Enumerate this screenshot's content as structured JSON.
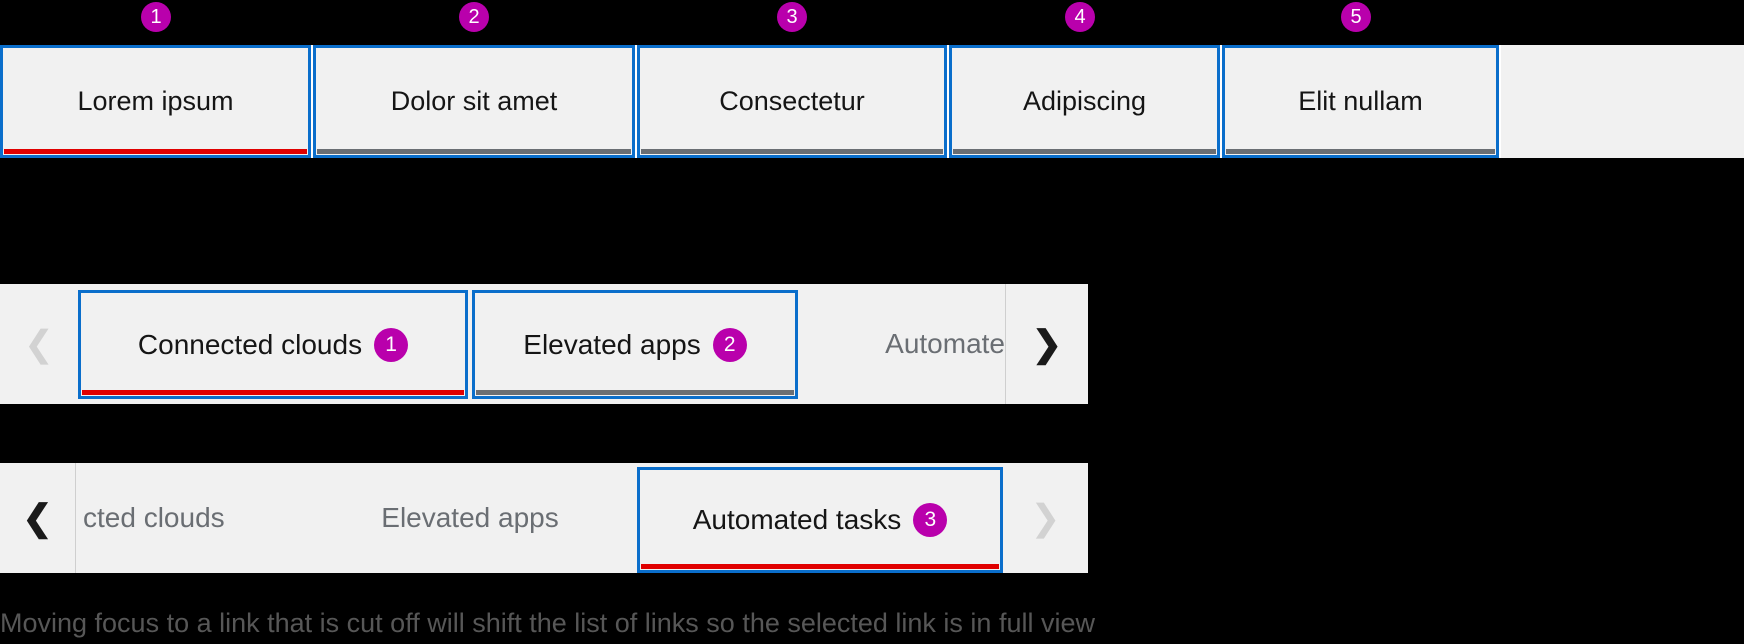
{
  "annotation_badges_row": {
    "items": [
      {
        "label": "1"
      },
      {
        "label": "2"
      },
      {
        "label": "3"
      },
      {
        "label": "4"
      },
      {
        "label": "5"
      }
    ]
  },
  "tab_row_basic": {
    "tabs": [
      {
        "label": "Lorem ipsum",
        "state": "selected"
      },
      {
        "label": "Dolor sit amet",
        "state": "unselected"
      },
      {
        "label": "Consectetur",
        "state": "unselected"
      },
      {
        "label": "Adipiscing",
        "state": "unselected"
      },
      {
        "label": "Elit nullam",
        "state": "unselected"
      }
    ]
  },
  "tab_row_overflow_start": {
    "left_scroll_disabled": true,
    "right_scroll_disabled": false,
    "tabs": [
      {
        "label": "Connected clouds",
        "badge": "1",
        "state": "selected"
      },
      {
        "label": "Elevated apps",
        "badge": "2",
        "state": "unselected"
      },
      {
        "label": "Automate",
        "state": "cut-off"
      }
    ]
  },
  "tab_row_overflow_end": {
    "left_scroll_disabled": false,
    "right_scroll_disabled": true,
    "links": [
      {
        "label": "cted clouds",
        "state": "cut-off"
      },
      {
        "label": "Elevated apps",
        "state": "unselected"
      },
      {
        "label": "Automated tasks",
        "badge": "3",
        "state": "selected"
      }
    ]
  },
  "caption": "Moving focus to a link that is cut off will shift the list of links so the selected link is in full view",
  "icons": {
    "angle_left": "❮",
    "angle_right": "❯"
  },
  "colors": {
    "tab_border_blue": "#0a6ecb",
    "selected_underline_red": "#e00000",
    "unselected_underline_gray": "#6a6e73",
    "tab_background_gray": "#f1f1f1",
    "annotation_badge_magenta": "#b900ac",
    "label_black": "#151515",
    "label_gray": "#6a6e73",
    "disabled_chevron_gray": "#d2d2d2"
  }
}
